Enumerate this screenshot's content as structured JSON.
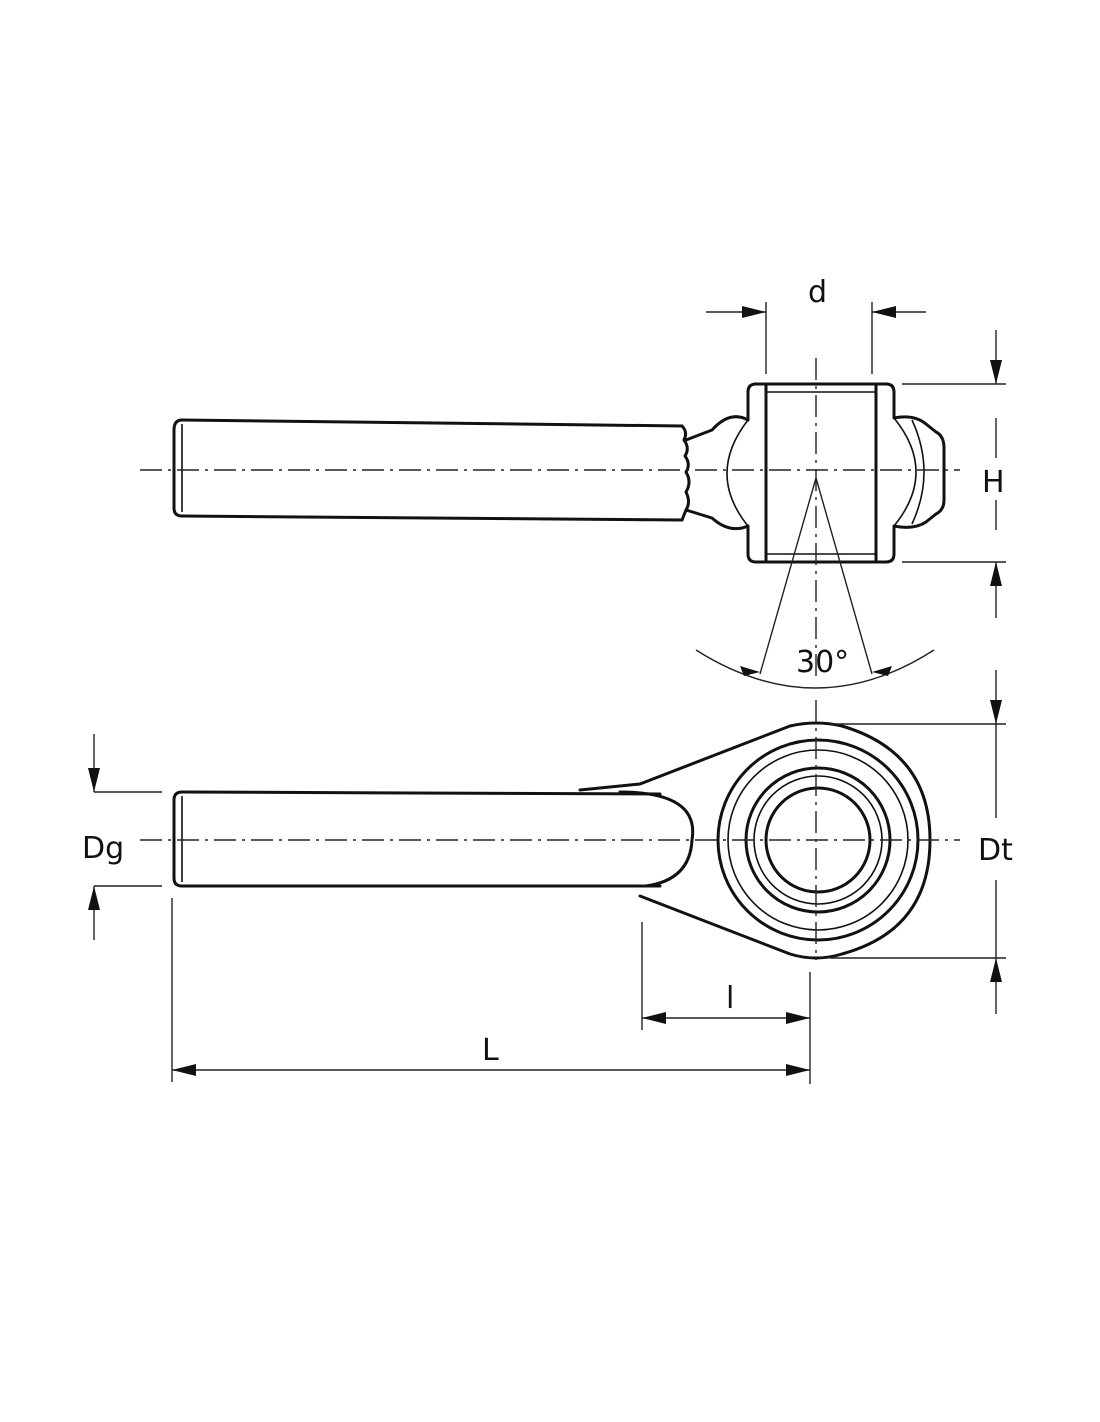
{
  "labels": {
    "d": "d",
    "H": "H",
    "angle": "30°",
    "Dg": "Dg",
    "Dt": "Dt",
    "l": "l",
    "L": "L"
  }
}
